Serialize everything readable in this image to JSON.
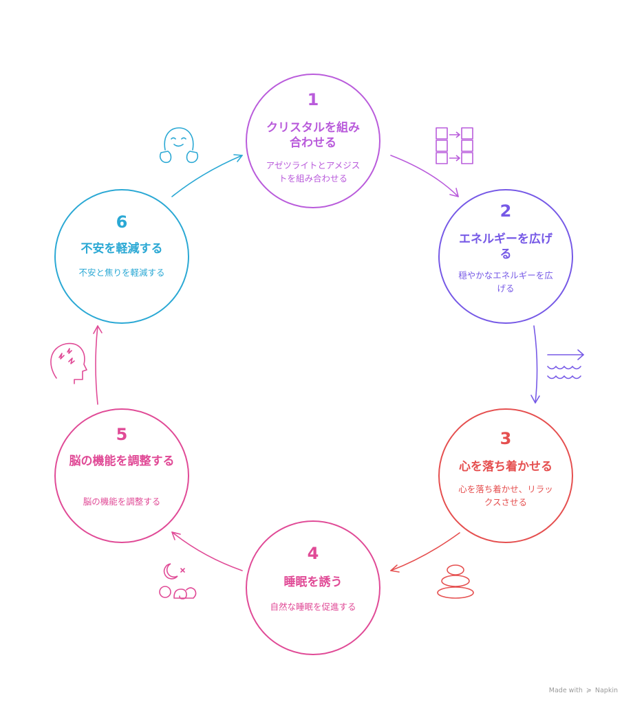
{
  "colors": {
    "step1": "#b95bdb",
    "step2": "#7659e6",
    "step3": "#e54f4f",
    "step4": "#e04a96",
    "step5": "#e04a96",
    "step6": "#2aa8d4"
  },
  "steps": [
    {
      "number": "1",
      "title": "クリスタルを組み合わせる",
      "description": "アゼツライトとアメジストを組み合わせる",
      "icon": "grid-arrows-icon"
    },
    {
      "number": "2",
      "title": "エネルギーを広げる",
      "description": "穏やかなエネルギーを広げる",
      "icon": "waves-icon"
    },
    {
      "number": "3",
      "title": "心を落ち着かせる",
      "description": "心を落ち着かせ、リラックスさせる",
      "icon": "stacked-stones-icon"
    },
    {
      "number": "4",
      "title": "睡眠を誘う",
      "description": "自然な睡眠を促進する",
      "icon": "moon-sleep-icon"
    },
    {
      "number": "5",
      "title": "脳の機能を調整する",
      "description": "脳の機能を調整する",
      "icon": "head-lightning-icon"
    },
    {
      "number": "6",
      "title": "不安を軽減する",
      "description": "不安と焦りを軽減する",
      "icon": "smiling-face-icon"
    }
  ],
  "footer": {
    "made_with": "Made with",
    "brand": "Napkin"
  }
}
